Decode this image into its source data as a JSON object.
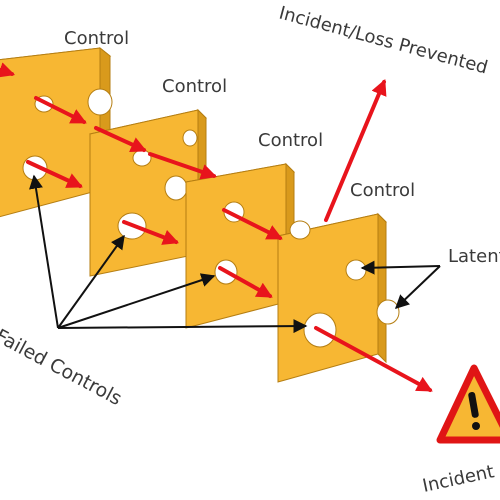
{
  "labels": {
    "control_1": "Control",
    "control_2": "Control",
    "control_3": "Control",
    "control_4": "Control",
    "incident_prevented": "Incident/Loss Prevented",
    "latent": "Latent",
    "failed_controls": "Failed Controls",
    "incident": "Incident"
  },
  "colors": {
    "slice_face": "#f7b733",
    "slice_edge": "#d99a1c",
    "slice_outline": "#b57e12",
    "hole": "#ffffff",
    "red_arrow": "#e8141c",
    "black_arrow": "#111111",
    "warning_fill": "#f7b733",
    "warning_border": "#e01515",
    "text": "#3a3a3a"
  },
  "icons": {
    "warning": "warning-triangle-icon"
  }
}
